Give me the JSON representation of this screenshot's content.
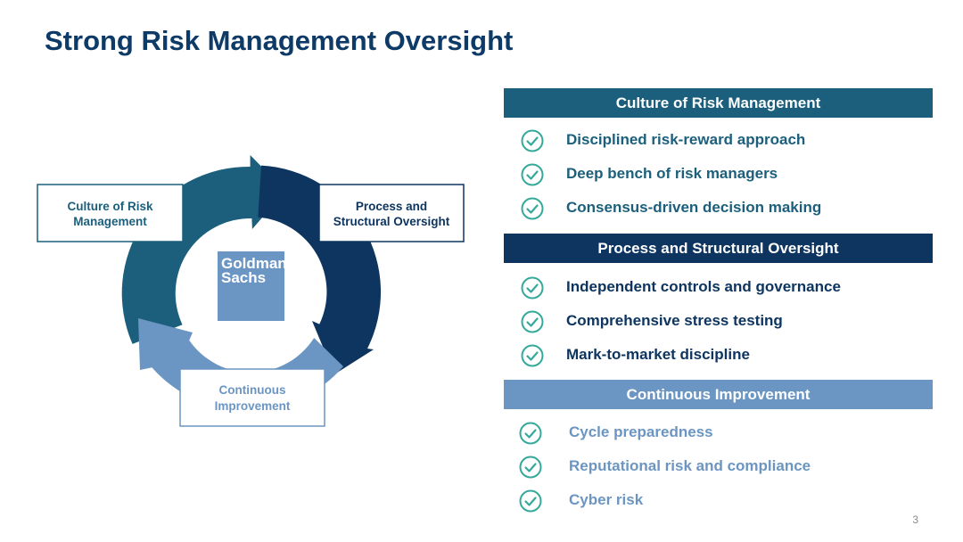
{
  "title": "Strong Risk Management Oversight",
  "colors": {
    "title": "#0d3a66",
    "teal": "#1b5f7c",
    "navy": "#0d3560",
    "light_blue": "#6b95c2",
    "check_green": "#35a99a"
  },
  "logo": {
    "line1": "Goldman",
    "line2": "Sachs"
  },
  "cycle": {
    "culture_label": [
      "Culture of Risk",
      "Management"
    ],
    "process_label": [
      "Process and",
      "Structural Oversight"
    ],
    "improvement_label": [
      "Continuous",
      "Improvement"
    ]
  },
  "panels": [
    {
      "header": "Culture of Risk Management",
      "color": "#1b5f7c",
      "text_color": "#1b5f7c",
      "items": [
        "Disciplined risk-reward approach",
        "Deep bench of risk managers",
        "Consensus-driven decision making"
      ]
    },
    {
      "header": "Process and Structural Oversight",
      "color": "#0d3560",
      "text_color": "#0d3560",
      "items": [
        "Independent controls and governance",
        "Comprehensive stress testing",
        "Mark-to-market discipline"
      ]
    },
    {
      "header": "Continuous Improvement",
      "color": "#6b95c2",
      "text_color": "#6b95c2",
      "items": [
        "Cycle preparedness",
        "Reputational risk and compliance",
        "Cyber risk"
      ]
    }
  ],
  "page_number": "3"
}
